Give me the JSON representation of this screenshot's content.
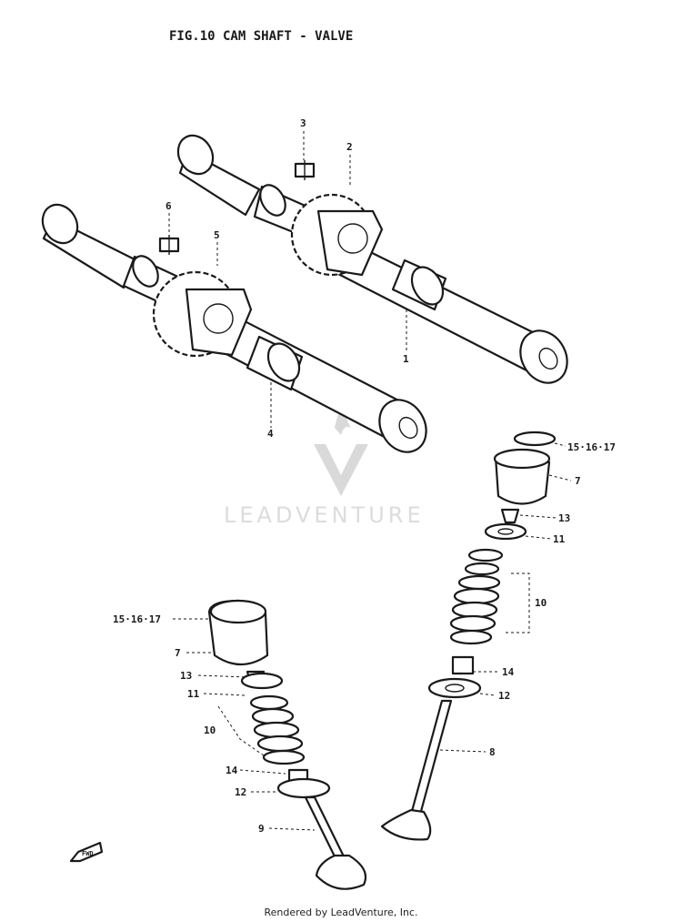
{
  "title": "FIG.10  CAM SHAFT - VALVE",
  "watermark": "LEADVENTURE",
  "footer": "Rendered by LeadVenture, Inc.",
  "front_marker": "FWD",
  "callouts": {
    "c1": "1",
    "c2": "2",
    "c3": "3",
    "c4": "4",
    "c5": "5",
    "c6": "6",
    "r_15_16_17": "15·16·17",
    "r_7": "7",
    "r_13": "13",
    "r_11": "11",
    "r_10": "10",
    "r_14": "14",
    "r_12": "12",
    "r_8": "8",
    "l_15_16_17": "15·16·17",
    "l_7": "7",
    "l_13": "13",
    "l_11": "11",
    "l_10": "10",
    "l_14": "14",
    "l_12": "12",
    "l_9": "9"
  }
}
